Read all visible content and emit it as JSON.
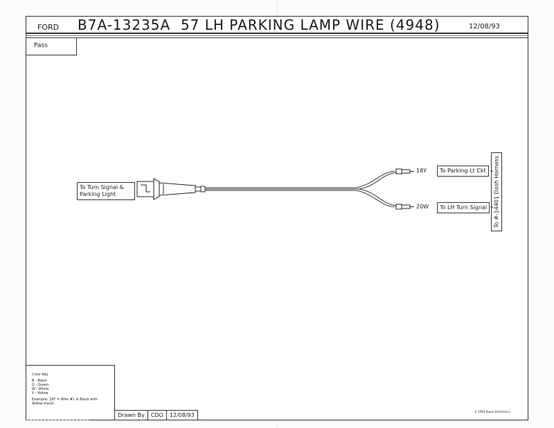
{
  "header": {
    "make": "FORD",
    "part_number": "B7A-13235A",
    "title": "57 LH PARKING LAMP WIRE (4948)",
    "date": "12/08/93"
  },
  "tab": {
    "label": "Pass"
  },
  "callouts": {
    "left": "To Turn Signal &\nParking Light",
    "top_right": "To Parking Lt Ckt",
    "bottom_right": "To LH Turn Signal",
    "harness": "To #-14401 Dash Harness"
  },
  "wires": {
    "upper": "18Y",
    "lower": "20W"
  },
  "color_key": {
    "title": "Color Key",
    "lines": [
      "B - Black",
      "G - Green",
      "W - White",
      "Y - Yellow"
    ],
    "example": "Example: 18Y = Wire #1 is Black with\nYellow tracer."
  },
  "drawn_by": {
    "label": "Drawn By",
    "initials": "CDO",
    "date": "12/08/93"
  },
  "copyright": "1993 Bauer Electronics"
}
